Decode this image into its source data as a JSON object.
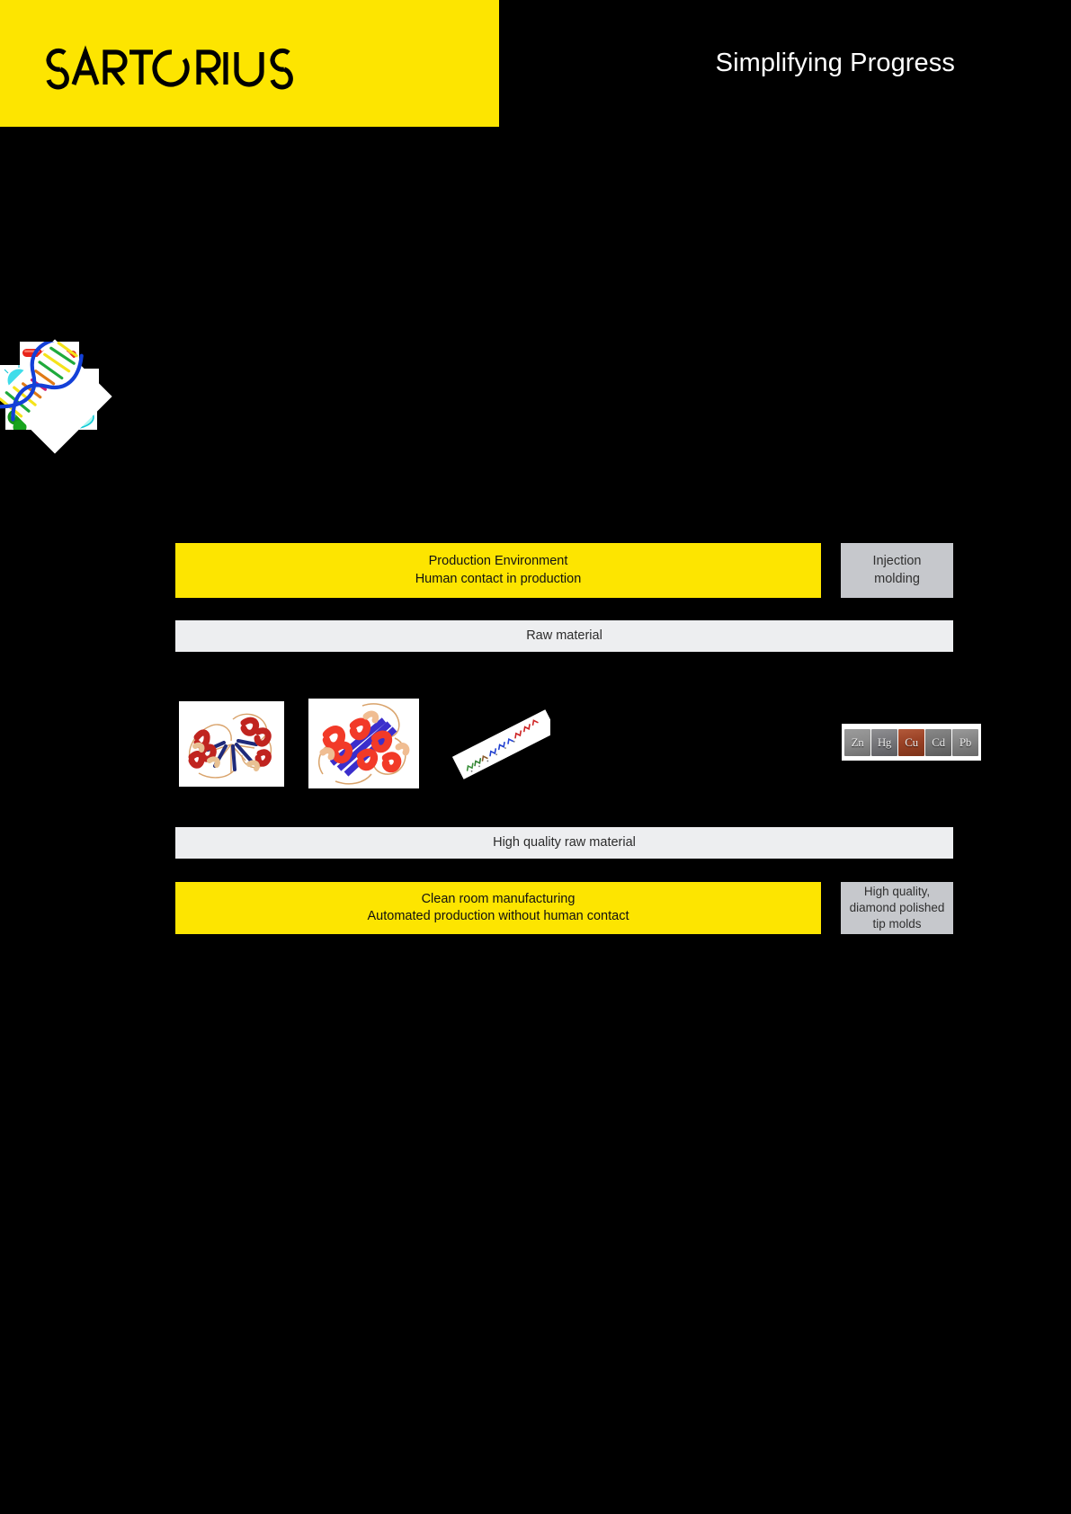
{
  "header": {
    "brand": "SARTORIUS",
    "tagline": "Simplifying Progress",
    "band_color": "#FDE500",
    "background_color": "#000000"
  },
  "image_strip": {
    "items": [
      {
        "name": "protein-structure-1",
        "caption": "Protein ribbon structure (alpha helices, beta sheets)"
      },
      {
        "name": "protein-structure-2",
        "caption": "Protein ribbon structure (beta barrel with helices)"
      },
      {
        "name": "peptide-chain",
        "caption": "Peptide / small molecule chain on slide"
      },
      {
        "name": "microorganisms",
        "caption": "Bacteria, virus and cell micrographs"
      },
      {
        "name": "dna-helix",
        "caption": "DNA double helix"
      },
      {
        "name": "metal-elements",
        "caption": "Metal element blocks"
      }
    ],
    "elements": [
      {
        "symbol": "Zn",
        "color": "#8d8d8d"
      },
      {
        "symbol": "Hg",
        "color": "#78787c"
      },
      {
        "symbol": "Cu",
        "color": "#9a4226"
      },
      {
        "symbol": "Cd",
        "color": "#757575"
      },
      {
        "symbol": "Pb",
        "color": "#848484"
      }
    ]
  },
  "top_section": {
    "production_environment": {
      "line1": "Production Environment",
      "line2": "Human contact in production",
      "color": "#FDE500"
    },
    "injection_molding": {
      "line1": "Injection",
      "line2": "molding",
      "color": "#C6C8CC"
    },
    "raw_material": {
      "label": "Raw material",
      "color": "#EDEEF0"
    }
  },
  "bottom_section": {
    "high_quality_raw_material": {
      "label": "High quality raw material",
      "color": "#EDEEF0"
    },
    "clean_room": {
      "line1": "Clean room manufacturing",
      "line2": "Automated production without human contact",
      "color": "#FDE500"
    },
    "tip_molds": {
      "line1": "High quality,",
      "line2": "diamond polished",
      "line3": "tip molds",
      "color": "#C6C8CC"
    }
  }
}
